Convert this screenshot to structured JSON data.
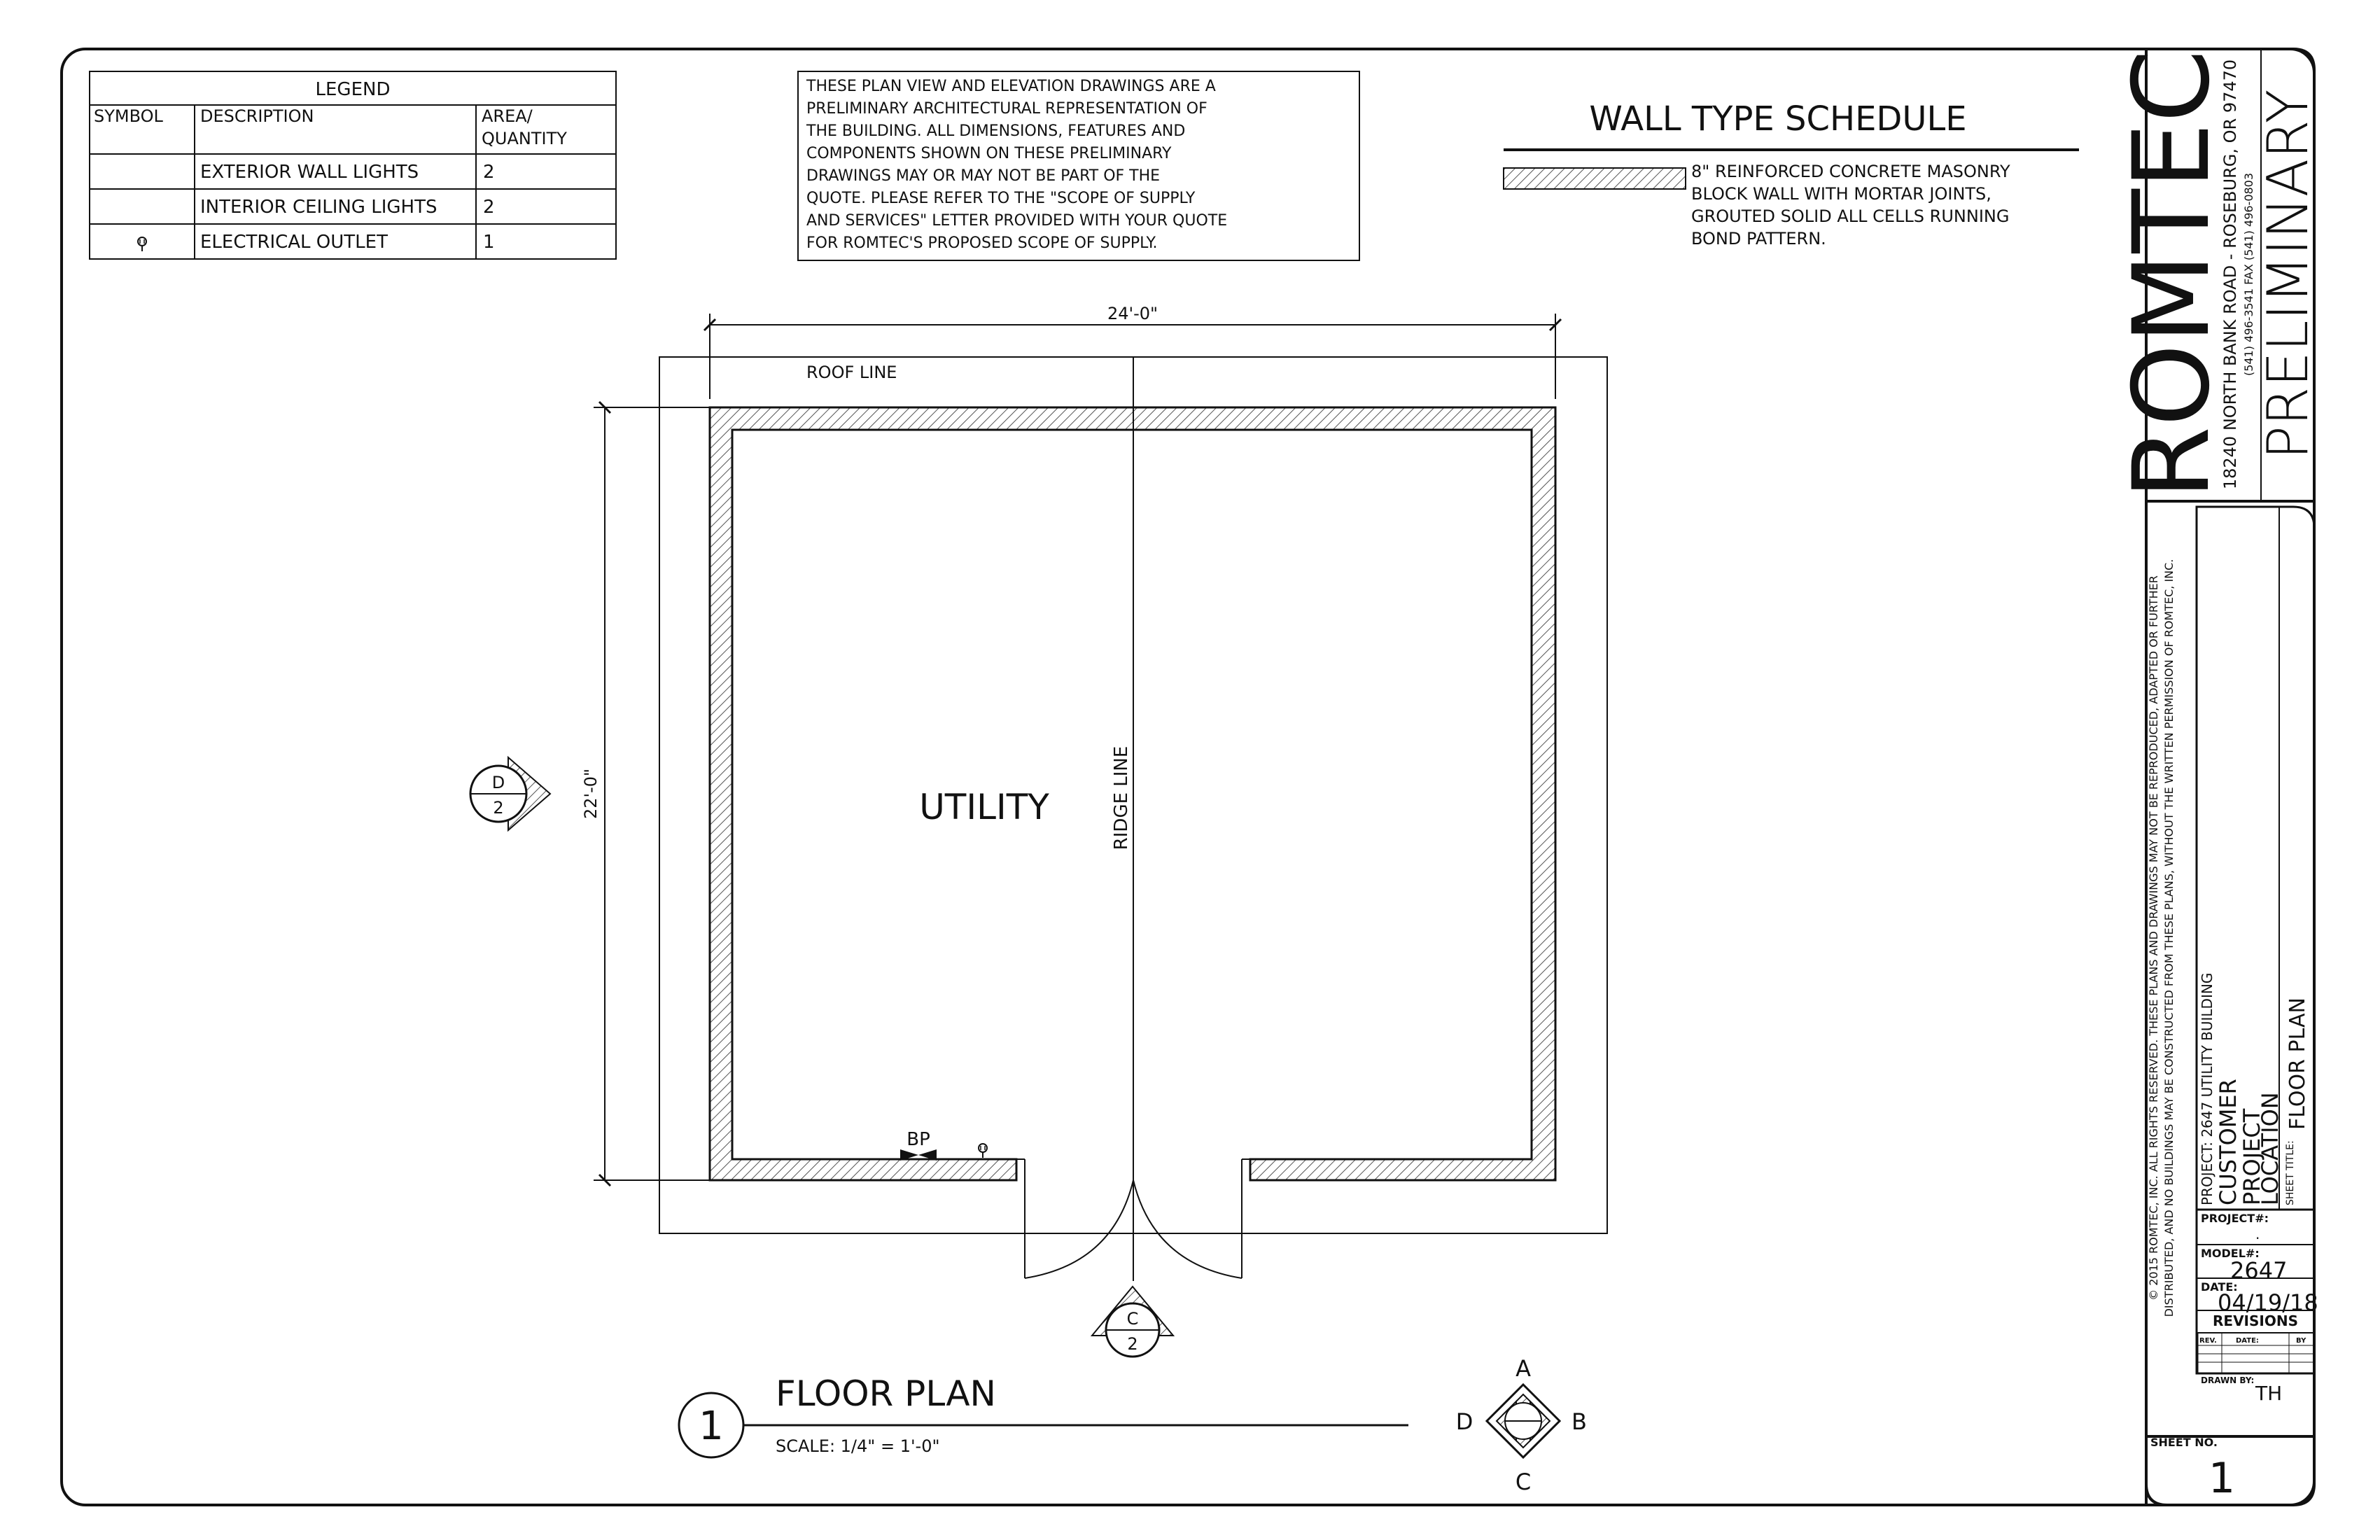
{
  "legend": {
    "title": "LEGEND",
    "headers": {
      "symbol": "SYMBOL",
      "description": "DESCRIPTION",
      "area_line1": "AREA/",
      "area_line2": "QUANTITY"
    },
    "rows": [
      {
        "symbol": "",
        "description": "EXTERIOR WALL LIGHTS",
        "quantity": "2"
      },
      {
        "symbol": "",
        "description": "INTERIOR CEILING LIGHTS",
        "quantity": "2"
      },
      {
        "symbol": "outlet-symbol",
        "description": "ELECTRICAL OUTLET",
        "quantity": "1"
      }
    ]
  },
  "disclaimer": {
    "lines": [
      "THESE PLAN VIEW AND ELEVATION DRAWINGS ARE A",
      "PRELIMINARY ARCHITECTURAL REPRESENTATION OF",
      "THE BUILDING. ALL DIMENSIONS, FEATURES AND",
      "COMPONENTS SHOWN ON THESE PRELIMINARY",
      "DRAWINGS MAY OR MAY NOT BE PART OF THE",
      "QUOTE. PLEASE REFER TO THE \"SCOPE OF SUPPLY",
      "AND SERVICES\" LETTER PROVIDED WITH YOUR QUOTE",
      "FOR ROMTEC'S PROPOSED SCOPE OF SUPPLY."
    ]
  },
  "wall_schedule": {
    "title": "WALL TYPE SCHEDULE",
    "lines": [
      "8\" REINFORCED CONCRETE MASONRY",
      "BLOCK WALL WITH MORTAR JOINTS,",
      "GROUTED SOLID ALL CELLS RUNNING",
      "BOND PATTERN."
    ]
  },
  "plan": {
    "width_dim": "24'-0\"",
    "depth_dim": "22'-0\"",
    "roof_line": "ROOF LINE",
    "ridge_line": "RIDGE LINE",
    "room_label": "UTILITY",
    "bp_label": "BP",
    "section_d": {
      "letter": "D",
      "sheet": "2"
    },
    "section_c": {
      "letter": "C",
      "sheet": "2"
    }
  },
  "floor_plan_title": {
    "number": "1",
    "title": "FLOOR PLAN",
    "scale": "SCALE: 1/4\" = 1'-0\""
  },
  "compass": {
    "n": "A",
    "e": "B",
    "s": "C",
    "w": "D"
  },
  "title_block": {
    "company": "ROMTEC",
    "address": "18240 NORTH BANK ROAD - ROSEBURG, OR 97470",
    "phone": "(541) 496-3541    FAX (541) 496-0803",
    "stamp": "PRELIMINARY",
    "copyright_line1": "© 2015 ROMTEC, INC.  ALL RIGHTS RESERVED.  THESE PLANS AND DRAWINGS MAY NOT BE REPRODUCED, ADAPTED OR FURTHER",
    "copyright_line2": "DISTRIBUTED, AND NO BUILDINGS MAY BE CONSTRUCTED FROM THESE PLANS, WITHOUT THE WRITTEN PERMISSION OF ROMTEC, INC.",
    "project_line": "PROJECT: 2647 UTILITY BUILDING",
    "customer": "CUSTOMER",
    "project": "PROJECT",
    "location": "LOCATION",
    "sheet_title_label": "SHEET TITLE:",
    "sheet_title": "FLOOR PLAN",
    "project_no_label": "PROJECT#:",
    "project_no": ".",
    "model_label": "MODEL#:",
    "model": "2647",
    "date_label": "DATE:",
    "date": "04/19/18",
    "revisions": "REVISIONS",
    "rev_headers": {
      "rev": "REV.",
      "date": "DATE:",
      "by": "BY"
    },
    "drawn_by_label": "DRAWN BY:",
    "drawn_by": "TH",
    "sheet_no_label": "SHEET NO.",
    "sheet_no": "1"
  }
}
